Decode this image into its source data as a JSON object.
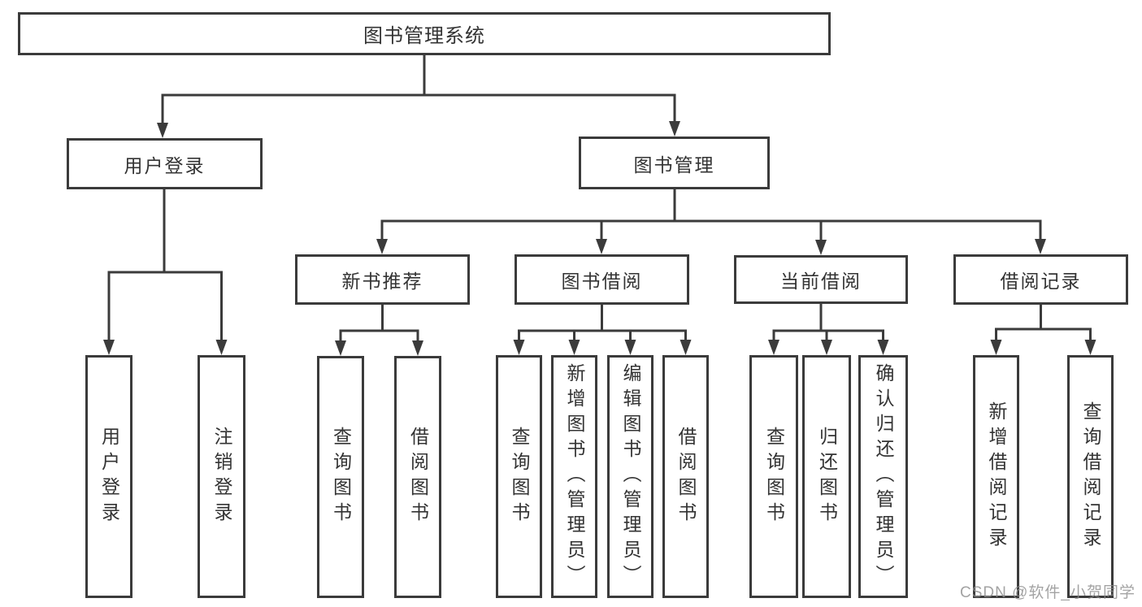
{
  "diagram_title": "图书管理系统",
  "tree": {
    "root": {
      "label": "图书管理系统"
    },
    "branches": [
      {
        "label": "用户登录",
        "children": [
          {
            "label": "用户登录"
          },
          {
            "label": "注销登录"
          }
        ]
      },
      {
        "label": "图书管理",
        "children": [
          {
            "label": "新书推荐",
            "children": [
              {
                "label": "查询图书"
              },
              {
                "label": "借阅图书"
              }
            ]
          },
          {
            "label": "图书借阅",
            "children": [
              {
                "label": "查询图书"
              },
              {
                "label": "新增图书（管理员）"
              },
              {
                "label": "编辑图书（管理员）"
              },
              {
                "label": "借阅图书"
              }
            ]
          },
          {
            "label": "当前借阅",
            "children": [
              {
                "label": "查询图书"
              },
              {
                "label": "归还图书"
              },
              {
                "label": "确认归还（管理员）"
              }
            ]
          },
          {
            "label": "借阅记录",
            "children": [
              {
                "label": "新增借阅记录"
              },
              {
                "label": "查询借阅记录"
              }
            ]
          }
        ]
      }
    ]
  },
  "watermark": {
    "text": "CSDN @软件_小贺同学"
  },
  "colors": {
    "line": "#3b3b3b",
    "box_border": "#3b3b3b",
    "text": "#333333",
    "watermark": "#8c8c8c",
    "background": "#ffffff"
  }
}
